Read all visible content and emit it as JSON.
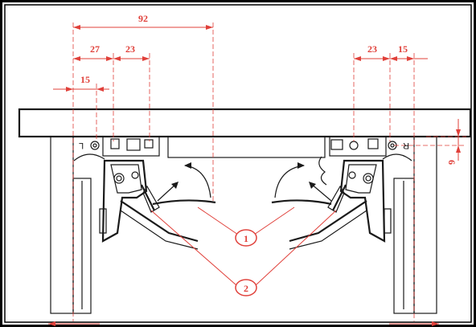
{
  "dimensions": {
    "top_total": "92",
    "left_a": "27",
    "left_b": "23",
    "left_c": "15",
    "right_a": "23",
    "right_b": "15",
    "right_side": "6"
  },
  "side_marks": {
    "left": "L",
    "right": "R"
  },
  "callouts": {
    "one": "1",
    "two": "2"
  },
  "colors": {
    "dimension": "#e0403a",
    "drawing": "#1a1a1a",
    "frame": "#000000"
  }
}
